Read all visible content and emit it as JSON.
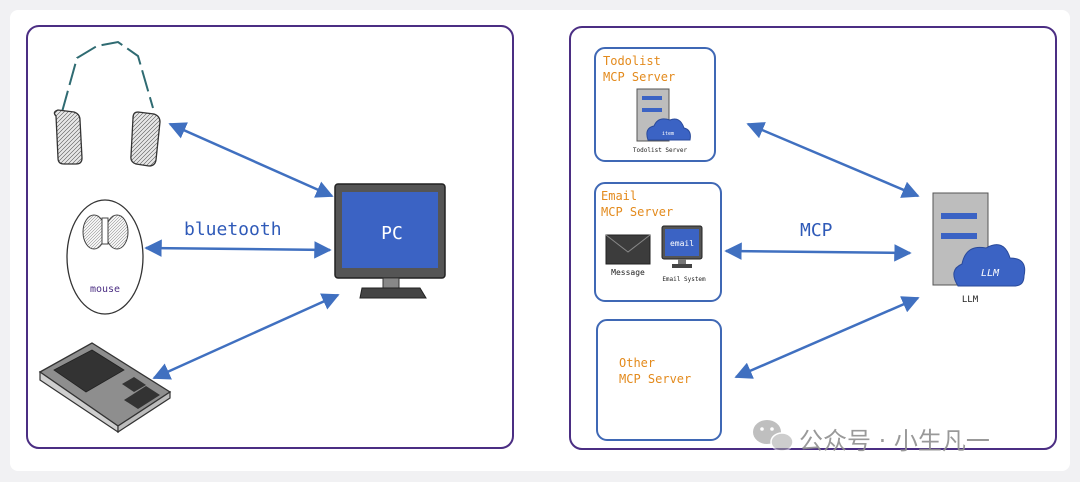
{
  "left_panel": {
    "link_label": "bluetooth",
    "pc_label": "PC",
    "mouse_label": "mouse"
  },
  "right_panel": {
    "link_label": "MCP",
    "todolist_server": {
      "title_line1": "Todolist",
      "title_line2": "MCP Server",
      "cloud_label": "item",
      "caption": "Todolist Server"
    },
    "email_server": {
      "title_line1": "Email",
      "title_line2": "MCP Server",
      "message_label": "Message",
      "monitor_label": "email",
      "system_label": "Email System"
    },
    "other_server": {
      "title_line1": "Other",
      "title_line2": "MCP Server"
    },
    "llm": {
      "cloud_label": "LLM",
      "caption": "LLM"
    }
  },
  "watermark": {
    "text": "公众号 · 小生凡一"
  },
  "colors": {
    "panel_border": "#4b2e83",
    "box_border": "#3f68b5",
    "arrow": "#4070c0",
    "blue_fill": "#3b63c4",
    "orange_text": "#e38a1c",
    "label_blue": "#2f5ab8"
  }
}
